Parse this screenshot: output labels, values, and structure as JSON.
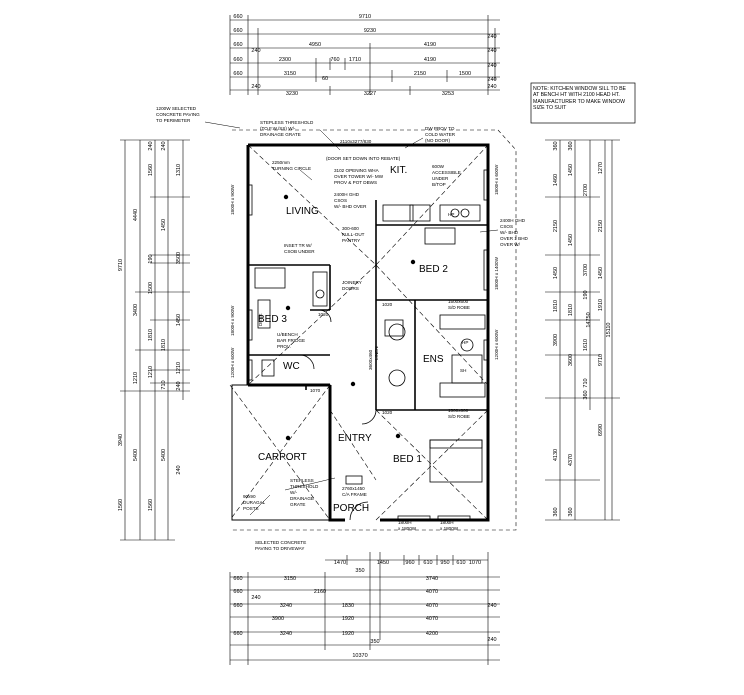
{
  "dims_top": {
    "r1": [
      "660",
      "9710"
    ],
    "r2": [
      "660",
      "9230",
      "240"
    ],
    "r3": [
      "660",
      "240",
      "4950",
      "4190",
      "240"
    ],
    "r4": [
      "660",
      "2300",
      "760",
      "1710",
      "4190",
      "240"
    ],
    "r5": [
      "660",
      "3150",
      "60",
      "2150",
      "1500",
      "240"
    ],
    "r5b": [
      "240",
      "240"
    ],
    "r6": [
      "3230",
      "3227",
      "3253"
    ]
  },
  "dims_bottom": {
    "r1": [
      "1470",
      "1450",
      "960",
      "610",
      "950",
      "610",
      "1070"
    ],
    "r2": [
      "660",
      "3150",
      "350",
      "3740"
    ],
    "r3": [
      "660",
      "240",
      "2160",
      "4070"
    ],
    "r4": [
      "660",
      "3240",
      "1830",
      "4070",
      "240"
    ],
    "r5": [
      "3900",
      "1920",
      "4070"
    ],
    "r6": [
      "660",
      "3240",
      "1920",
      "4200",
      "240"
    ],
    "r7": [
      "350"
    ],
    "r8": [
      "10370"
    ]
  },
  "dims_left": {
    "c1": [
      "9710",
      "5400",
      "1560"
    ],
    "c2": [
      "4440",
      "3400",
      "1210",
      "3940",
      "1560"
    ],
    "c3": [
      "240",
      "1560",
      "1450",
      "190",
      "1500",
      "1810",
      "1210",
      "710"
    ],
    "c4": [
      "240",
      "1310",
      "3500",
      "1450",
      "1810",
      "1210",
      "240"
    ],
    "c5": [
      "5400",
      "240"
    ]
  },
  "dims_right": {
    "c1": [
      "360",
      "1460",
      "2150",
      "1450",
      "1810",
      "3900",
      "4130",
      "360"
    ],
    "c2": [
      "360",
      "1450",
      "2700",
      "3700",
      "1450",
      "1810",
      "3600",
      "4370",
      "360"
    ],
    "c3": [
      "1270",
      "2150",
      "1450",
      "190",
      "1910",
      "1610",
      "360",
      "710"
    ],
    "c4": [
      "9710",
      "14750",
      "6990"
    ],
    "c5": [
      "15110"
    ]
  },
  "rooms": {
    "living": "LIVING",
    "kit": "KIT.",
    "bed2": "BED 2",
    "bed3": "BED 3",
    "wc": "WC",
    "ens": "ENS",
    "entry": "ENTRY",
    "carport": "CARPORT",
    "bed1": "BED 1",
    "porch": "PORCH"
  },
  "annotations": {
    "concrete_top": [
      "1200W SELECTED",
      "CONCRETE PAVING",
      "TO PERIMETER"
    ],
    "stepless": [
      "STEPLESS THRESHOLD",
      "(TO F.W./SS) W/-",
      "DRAINAGE GRATE"
    ],
    "window_top": "2110x3277/830",
    "dw": [
      "DW PROV TO",
      "COLD WATER",
      "(NO DOOR)"
    ],
    "door_set": "(DOOR SET DOWN INTO REBATE)",
    "turning": [
      "2250mm",
      "TURNING CIRCLE"
    ],
    "opening": [
      "3102 OPENING WHA",
      "OVER TOWER W/- MW",
      "PROV & POT DBWS"
    ],
    "oven": [
      "600W",
      "ACCESSIBLE",
      "UNDER",
      "B/TOP"
    ],
    "ghd_kit": [
      "2400H GHD",
      "CSOS",
      "W/- BHD OVER"
    ],
    "ghd_bed2": [
      "2400H GHD",
      "CSOS",
      "W/- BHD",
      "OVER 1 BHD",
      "OVER W/"
    ],
    "pantry": [
      "300-600",
      "FULL-OUT",
      "PANTRY"
    ],
    "robe_tr": [
      "INSET TR W/",
      "CSOB UNDER"
    ],
    "joinery": [
      "JOINERY",
      "DOORS"
    ],
    "robe_mid": [
      "1500x600",
      "S/D ROBE"
    ],
    "robe_low": [
      "1500x600",
      "S/D ROBE"
    ],
    "fridge": [
      "U/BENCH",
      "BAR FRIDGE",
      "PROV."
    ],
    "linen": [
      "3600x460",
      "LINEN"
    ],
    "stepless2": [
      "STEPLESS",
      "THRESHOLD",
      "W/-",
      "DRAINAGE",
      "GRATE"
    ],
    "porch_size": [
      "2760x1450",
      "C/A FRAME"
    ],
    "posts": [
      "90x90",
      "DURAGAL",
      "POSTS"
    ],
    "concrete_bot": [
      "SELECTED CONCRETE",
      "PAVING TO DRIVEWAY"
    ],
    "w_bed3": "1800H x 900W",
    "w_living": "1800H x 900W",
    "w_kit": "1800H x 600W",
    "w_bed2": "1800H x 1400W",
    "w_ens": "1200H x 600W",
    "w_wc": "1200H x 600W",
    "w_bed1": [
      "1800H",
      "x 1800W",
      "1800H",
      "x 1800W"
    ],
    "d1": "1020",
    "d2": "1020",
    "d3": "1070",
    "d4": "1020",
    "hp": "HP",
    "hp2": "HP",
    "desk": "DESK",
    "sh": "SH"
  },
  "note": "NOTE: KITCHEN WINDOW SILL TO BE AT BENCH HT WITH 2100 HEAD HT. MANUFACTURER TO MAKE WINDOW SIZE TO SUIT"
}
